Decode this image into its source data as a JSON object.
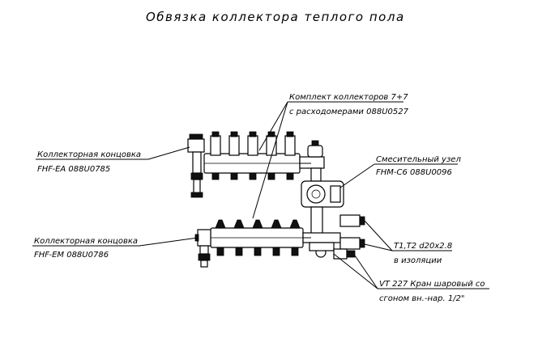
{
  "title": "Обвязка коллектора теплого пола",
  "labels": {
    "collector_set": {
      "line1": "Комплект коллекторов 7+7",
      "line2": "с расходомерами 088U0527"
    },
    "end_piece_ea": {
      "line1": "Коллекторная концовка",
      "line2": "FHF-EA 088U0785"
    },
    "mixing_unit": {
      "line1": "Смесительный узел",
      "line2": "FHM-C6 088U0096"
    },
    "end_piece_em": {
      "line1": "Коллекторная концовка",
      "line2": "FHF-EM 088U0786"
    },
    "thermometers": {
      "line1": "T1,T2 d20x2.8",
      "line2": "в изоляции"
    },
    "ball_valve": {
      "line1": "VT 227 Кран шаровый со",
      "line2": "сгоном вн.-нар. 1/2\""
    }
  }
}
